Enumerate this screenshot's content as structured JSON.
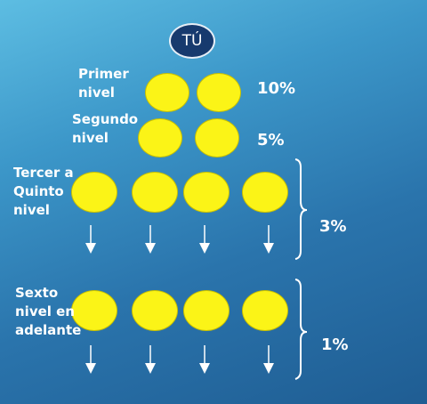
{
  "root": {
    "label": "TÚ"
  },
  "levels": [
    {
      "label": "Primer\nnivel",
      "percent": "10%"
    },
    {
      "label": "Segundo\nnivel",
      "percent": "5%"
    },
    {
      "label": "Tercer a\nQuinto\nnivel",
      "percent": "3%"
    },
    {
      "label": "Sexto\nnivel en\nadelante",
      "percent": "1%"
    }
  ],
  "colors": {
    "node_fill": "#fbf417",
    "root_fill": "#173a6e",
    "text": "#ffffff"
  }
}
